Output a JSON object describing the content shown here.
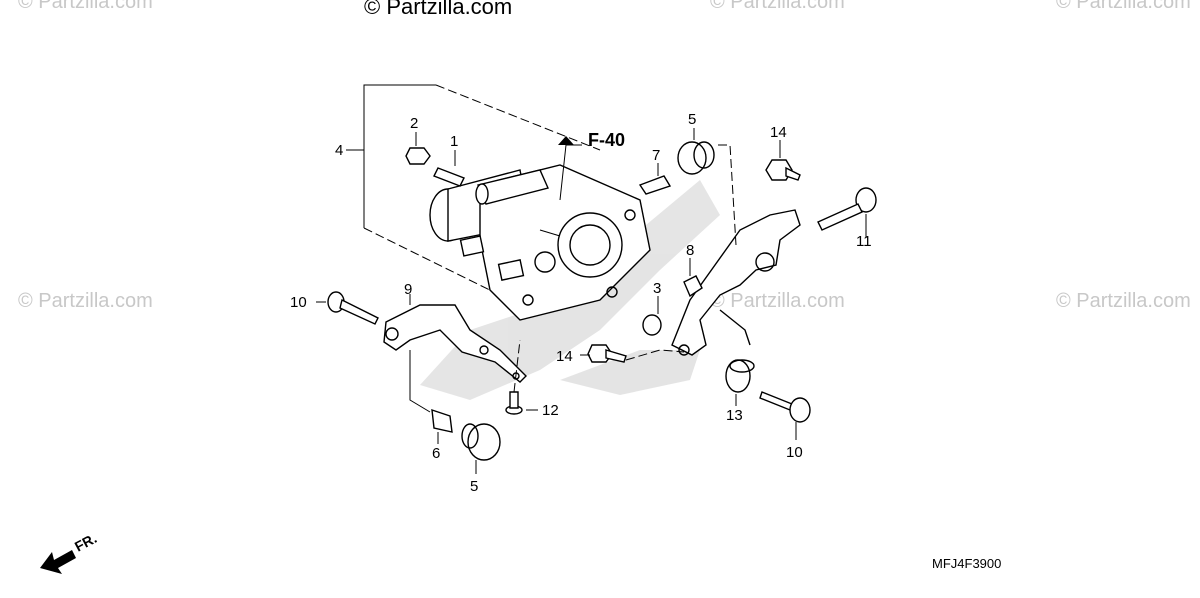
{
  "watermarks": [
    {
      "text": "© Partzilla.com"
    },
    {
      "text": "© Partzilla.com"
    },
    {
      "text": "© Partzilla.com"
    },
    {
      "text": "© Partzilla.com"
    },
    {
      "text": "© Partzilla.com"
    },
    {
      "text": "© Partzilla.com"
    }
  ],
  "copyright": "© Partzilla.com",
  "reference": "F-40",
  "direction_label": "FR.",
  "diagram_code": "MFJ4F3900",
  "callouts": {
    "c1": "1",
    "c2": "2",
    "c3": "3",
    "c4": "4",
    "c5a": "5",
    "c5b": "5",
    "c6": "6",
    "c7": "7",
    "c8": "8",
    "c9": "9",
    "c10a": "10",
    "c10b": "10",
    "c11": "11",
    "c12": "12",
    "c13": "13",
    "c14a": "14",
    "c14b": "14"
  }
}
